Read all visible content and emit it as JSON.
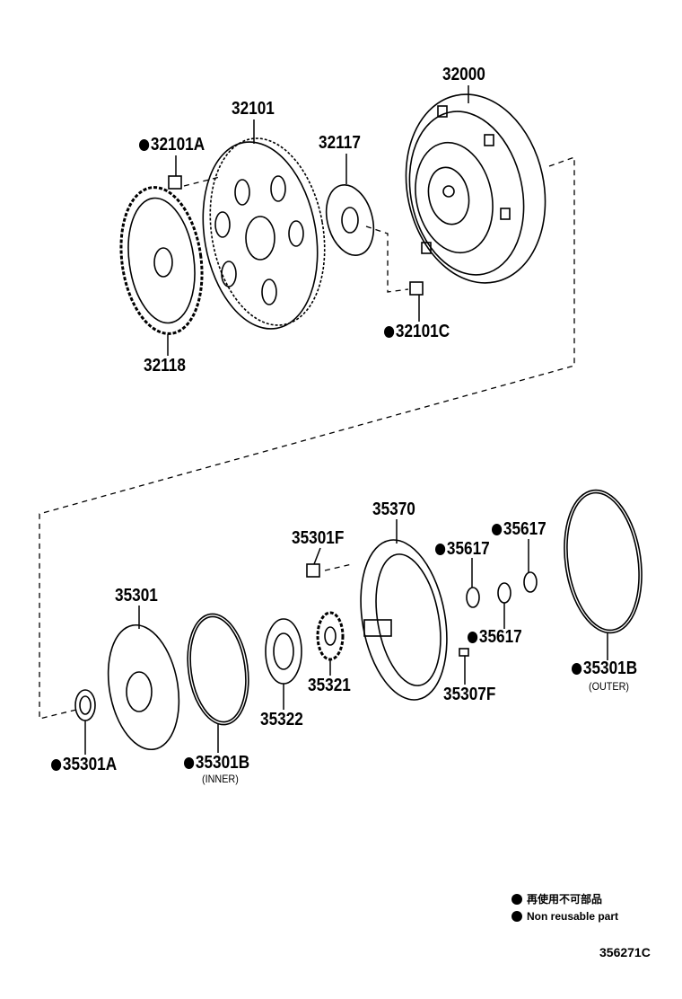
{
  "parts": [
    {
      "id": "p32000",
      "number": "32000",
      "non_reusable": false
    },
    {
      "id": "p32101",
      "number": "32101",
      "non_reusable": false
    },
    {
      "id": "p32101A",
      "number": "32101A",
      "non_reusable": true
    },
    {
      "id": "p32117",
      "number": "32117",
      "non_reusable": false
    },
    {
      "id": "p32118",
      "number": "32118",
      "non_reusable": false
    },
    {
      "id": "p32101C",
      "number": "32101C",
      "non_reusable": true
    },
    {
      "id": "p35370",
      "number": "35370",
      "non_reusable": false
    },
    {
      "id": "p35301F",
      "number": "35301F",
      "non_reusable": false
    },
    {
      "id": "p35617a",
      "number": "35617",
      "non_reusable": true
    },
    {
      "id": "p35617b",
      "number": "35617",
      "non_reusable": true
    },
    {
      "id": "p35617c",
      "number": "35617",
      "non_reusable": true
    },
    {
      "id": "p35301",
      "number": "35301",
      "non_reusable": false
    },
    {
      "id": "p35321",
      "number": "35321",
      "non_reusable": false
    },
    {
      "id": "p35307F",
      "number": "35307F",
      "non_reusable": false
    },
    {
      "id": "p35301Bo",
      "number": "35301B",
      "non_reusable": true,
      "note": "(OUTER)"
    },
    {
      "id": "p35322",
      "number": "35322",
      "non_reusable": false
    },
    {
      "id": "p35301A",
      "number": "35301A",
      "non_reusable": true
    },
    {
      "id": "p35301Bi",
      "number": "35301B",
      "non_reusable": true,
      "note": "(INNER)"
    }
  ],
  "legend": {
    "japanese": "再使用不可部品",
    "english": "Non reusable part"
  },
  "diagram_code": "356271C"
}
